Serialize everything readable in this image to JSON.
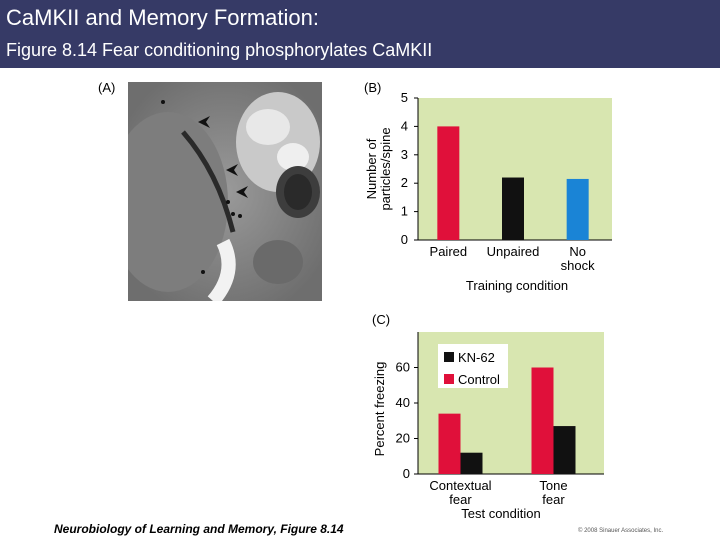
{
  "header": {
    "title": "CaMKII and Memory Formation:",
    "subtitle": "Figure 8.14  Fear conditioning phosphorylates CaMKII"
  },
  "panels": {
    "a_label": "(A)",
    "b_label": "(B)",
    "c_label": "(C)"
  },
  "colors": {
    "header_bg": "#363a66",
    "plot_bg": "#d8e6b0",
    "red": "#e0103a",
    "black": "#111111",
    "blue": "#1a84d6"
  },
  "chart_data": [
    {
      "type": "bar",
      "categories": [
        "Paired",
        "Unpaired",
        "No\nshock"
      ],
      "values": [
        4.0,
        2.2,
        2.15
      ],
      "bar_colors": [
        "#e0103a",
        "#111111",
        "#1a84d6"
      ],
      "xlabel": "Training condition",
      "ylabel": "Number of\nparticles/spine",
      "ylim": [
        0,
        5
      ],
      "yticks": [
        0,
        1,
        2,
        3,
        4,
        5
      ],
      "grid": false
    },
    {
      "type": "bar",
      "categories": [
        "Contextual\nfear",
        "Tone\nfear"
      ],
      "series": [
        {
          "name": "Control",
          "color": "#e0103a",
          "values": [
            34,
            60
          ]
        },
        {
          "name": "KN-62",
          "color": "#111111",
          "values": [
            12,
            27
          ]
        }
      ],
      "legend": [
        "KN-62",
        "Control"
      ],
      "legend_position": "top-left",
      "xlabel": "Test condition",
      "ylabel": "Percent freezing",
      "ylim": [
        0,
        80
      ],
      "yticks": [
        0,
        20,
        40,
        60
      ],
      "grid": false
    }
  ],
  "footer": {
    "caption": "Neurobiology of Learning and Memory, Figure 8.14",
    "copyright": "© 2008 Sinauer Associates, Inc."
  }
}
